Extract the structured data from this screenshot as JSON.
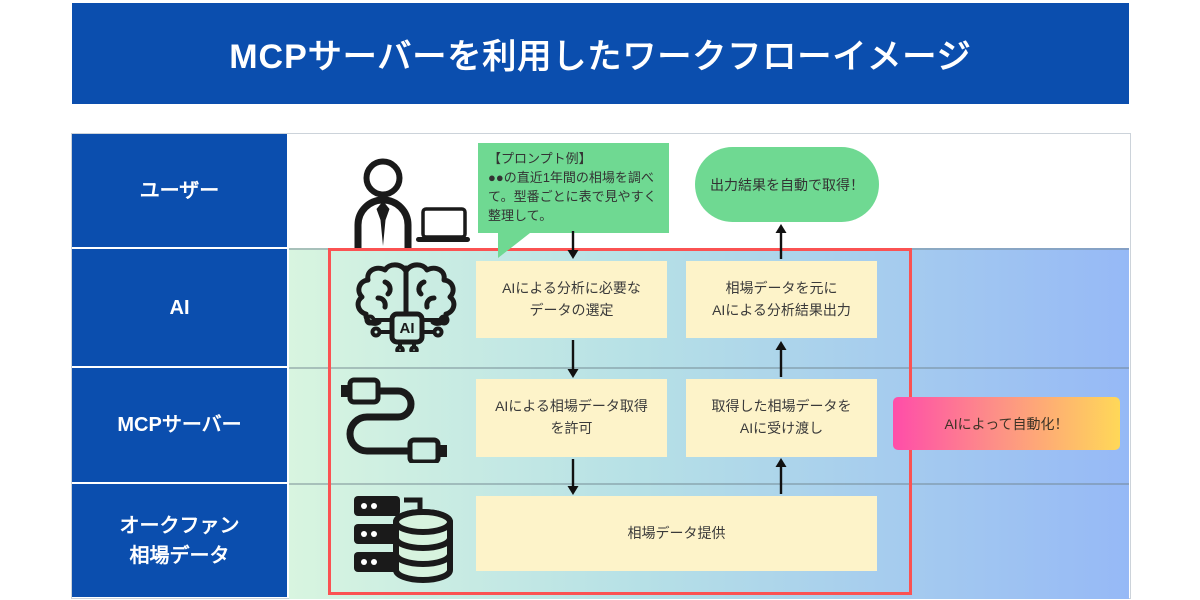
{
  "title": "MCPサーバーを利用したワークフローイメージ",
  "lanes": {
    "user": "ユーザー",
    "ai": "AI",
    "mcp": "MCPサーバー",
    "aucfan_line1": "オークファン",
    "aucfan_line2": "相場データ"
  },
  "prompt_bubble": {
    "header": "【プロンプト例】",
    "body": "●●の直近1年間の相場を調べて。型番ごとに表で見やすく整理して。"
  },
  "output_bubble": {
    "text": "出力結果を自動で取得！"
  },
  "boxes": {
    "ai_select": {
      "line1": "AIによる分析に必要な",
      "line2": "データの選定"
    },
    "ai_output": {
      "line1": "相場データを元に",
      "line2": "AIによる分析結果出力"
    },
    "mcp_allow": {
      "line1": "AIによる相場データ取得",
      "line2": "を許可"
    },
    "mcp_pass": {
      "line1": "取得した相場データを",
      "line2": "AIに受け渡し"
    },
    "data_provide": {
      "text": "相場データ提供"
    }
  },
  "badge": {
    "text": "AIによって自動化！"
  },
  "icons": {
    "user": "user-with-laptop-icon",
    "ai": "ai-brain-chip-icon",
    "mcp": "usb-cable-icon",
    "aucfan": "server-database-icon",
    "ai_chip_label": "AI"
  },
  "colors": {
    "banner_blue": "#0b4eae",
    "lane_label_blue": "#0b4eae",
    "bubble_green": "#6fd992",
    "box_yellow": "#fdf3c9",
    "frame_red": "#fb5252",
    "badge_gradient_start": "#ff4da9",
    "badge_gradient_end": "#ffd858",
    "lane_gradient_start": "#d8f5e0",
    "lane_gradient_mid": "#b6e0e6",
    "lane_gradient_end": "#96b9f6"
  }
}
